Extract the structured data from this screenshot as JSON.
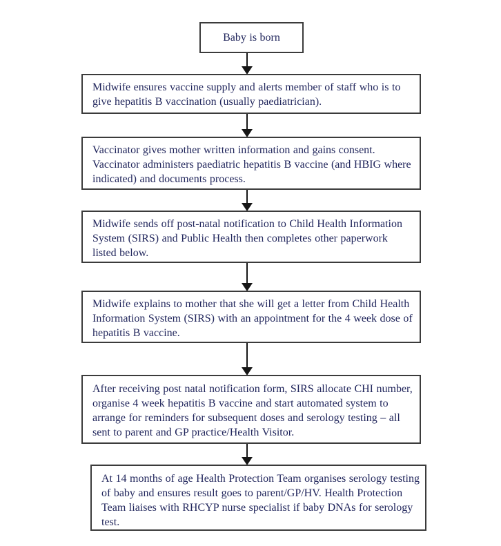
{
  "colors": {
    "background": "#ffffff",
    "node_border": "#3b3b3b",
    "node_text": "#21265c",
    "arrow": "#161616"
  },
  "flowchart": {
    "type": "flowchart",
    "direction": "top-down",
    "nodes": [
      {
        "id": "baby-is-born",
        "text": "Baby is born"
      },
      {
        "id": "midwife-vaccine-supply",
        "text": "Midwife ensures vaccine supply and alerts member of staff who is to give hepatitis B vaccination (usually paediatrician)."
      },
      {
        "id": "vaccinator-consent-administers",
        "text": "Vaccinator gives mother written information and gains consent. Vaccinator administers paediatric hepatitis B vaccine (and HBIG where indicated) and documents process."
      },
      {
        "id": "midwife-postnatal-notification",
        "text": "Midwife sends off post-natal notification to Child Health Information System (SIRS) and Public Health then completes other paperwork listed below."
      },
      {
        "id": "midwife-explains-letter",
        "text": "Midwife explains to mother that she will get a letter from Child Health Information System (SIRS) with an appointment for the 4 week dose of hepatitis B vaccine."
      },
      {
        "id": "sirs-allocate-chi",
        "text": "After receiving post natal notification form, SIRS allocate CHI number, organise 4 week hepatitis B vaccine and start automated system to arrange for reminders for subsequent doses and serology testing – all sent to parent and GP practice/Health Visitor."
      },
      {
        "id": "health-protection-serology",
        "text": "At 14 months of age Health Protection Team organises serology testing of baby and ensures result goes to parent/GP/HV. Health Protection Team liaises with RHCYP nurse specialist if baby DNAs for serology test."
      }
    ],
    "edges": [
      {
        "from": "baby-is-born",
        "to": "midwife-vaccine-supply"
      },
      {
        "from": "midwife-vaccine-supply",
        "to": "vaccinator-consent-administers"
      },
      {
        "from": "vaccinator-consent-administers",
        "to": "midwife-postnatal-notification"
      },
      {
        "from": "midwife-postnatal-notification",
        "to": "midwife-explains-letter"
      },
      {
        "from": "midwife-explains-letter",
        "to": "sirs-allocate-chi"
      },
      {
        "from": "sirs-allocate-chi",
        "to": "health-protection-serology"
      }
    ]
  }
}
